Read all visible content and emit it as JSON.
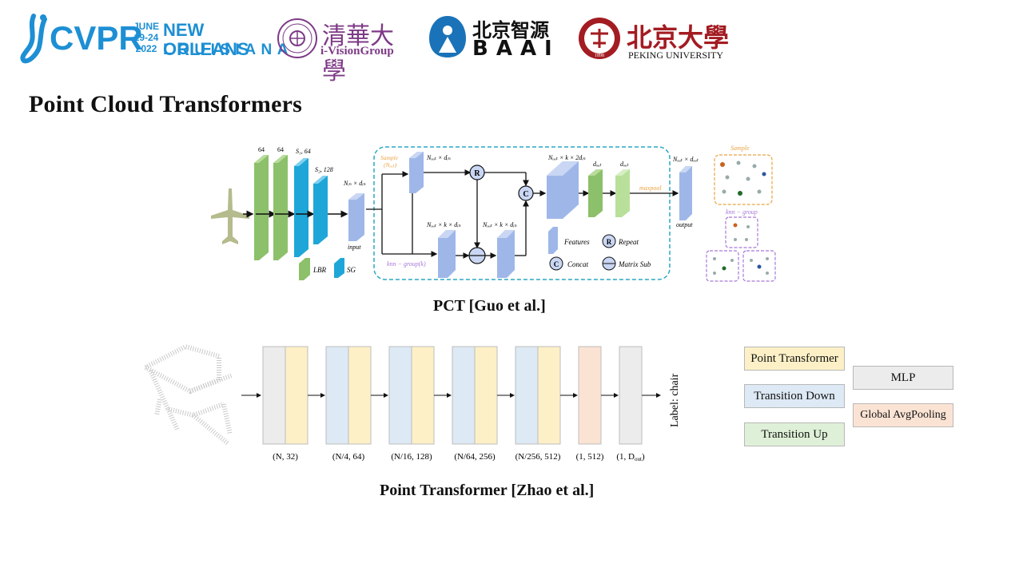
{
  "header": {
    "cvpr_logo": "CVPR",
    "cvpr_date_line1": "JUNE",
    "cvpr_date_line2": "19-24",
    "cvpr_date_line3": "2022",
    "cvpr_city_line1": "NEW ORLEANS",
    "cvpr_city_line2": "LOUISIANA",
    "tsinghua_name": "清華大學",
    "tsinghua_group": "i-VisionGroup",
    "baai_name": "北京智源",
    "baai_latin": "BAAI",
    "pku_name": "北京大學",
    "pku_latin": "PEKING UNIVERSITY",
    "pku_seal_year": "1898"
  },
  "slide": {
    "title": "Point Cloud Transformers"
  },
  "pct": {
    "caption": "PCT [Guo et al.]",
    "labels": {
      "c64a": "64",
      "c64b": "64",
      "s1": "S₁, 64",
      "s2": "S₂, 128",
      "nin": "Nᵢₙ × dᵢₙ",
      "input": "input",
      "sample": "Sample",
      "nout_paren": "(Nₒᵤₜ)",
      "nout_din": "Nₒᵤₜ × dᵢₙ",
      "nkd_a": "Nₒᵤₜ × k × dᵢₙ",
      "nkd_b": "Nₒᵤₜ × k × dᵢₙ",
      "nk2d": "Nₒᵤₜ × k × 2dᵢₙ",
      "dout_a": "dₒᵤₜ",
      "dout_b": "dₒᵤₜ",
      "maxpool": "maxpool",
      "nout_dout": "Nₒᵤₜ × dₒᵤₜ",
      "output": "output",
      "knn_group_k": "knn − group(k)",
      "r": "R",
      "c": "C",
      "lbr": "LBR",
      "sg": "SG",
      "legend_features": "Features",
      "legend_repeat": "Repeat",
      "legend_concat": "Concat",
      "legend_matrixsub": "Matrix Sub",
      "side_sample": "Sample",
      "side_knn": "knn − group"
    },
    "colors": {
      "green": "#8cc06a",
      "cyan": "#1fa6d8",
      "blue": "#9fb7e8",
      "dash": "#2aa7c4",
      "orange": "#e8a443",
      "purple": "#a678d8"
    }
  },
  "pt": {
    "caption": "Point Transformer [Zhao et al.]",
    "output_label": "Label: chair",
    "stages": [
      {
        "dims": "(N, 32)"
      },
      {
        "dims": "(N/4, 64)"
      },
      {
        "dims": "(N/16, 128)"
      },
      {
        "dims": "(N/64, 256)"
      },
      {
        "dims": "(N/256, 512)"
      },
      {
        "dims": "(1, 512)"
      },
      {
        "dims": "(1, D",
        "sub": "out",
        "close": ")"
      }
    ],
    "legend": {
      "point_transformer": "Point Transformer",
      "transition_down": "Transition Down",
      "transition_up": "Transition Up",
      "mlp": "MLP",
      "global_avg_pooling": "Global AvgPooling"
    },
    "colors": {
      "point_transformer": "#fdf0c7",
      "transition_down": "#dde9f4",
      "transition_up": "#dff0d8",
      "mlp": "#ececec",
      "global_avg_pooling": "#fbe3d4"
    }
  }
}
